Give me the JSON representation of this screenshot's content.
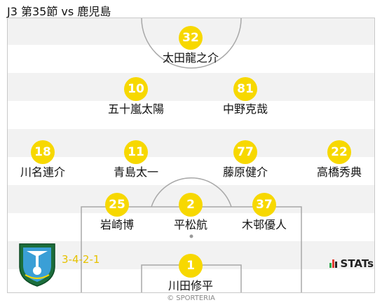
{
  "header": {
    "title": "J3 第35節 vs 鹿児島"
  },
  "formation": "3-4-2-1",
  "brand": {
    "stats_label": "STATs"
  },
  "copyright": "© SPORTERIA",
  "colors": {
    "badge": "#f7d800",
    "stripe_light": "#ffffff",
    "stripe_dark": "#f2f2f2",
    "formation_text": "#e6c200"
  },
  "players": [
    {
      "number": "32",
      "name": "太田龍之介"
    },
    {
      "number": "10",
      "name": "五十嵐太陽"
    },
    {
      "number": "81",
      "name": "中野克哉"
    },
    {
      "number": "18",
      "name": "川名連介"
    },
    {
      "number": "11",
      "name": "青島太一"
    },
    {
      "number": "77",
      "name": "藤原健介"
    },
    {
      "number": "22",
      "name": "高橋秀典"
    },
    {
      "number": "25",
      "name": "岩崎博"
    },
    {
      "number": "2",
      "name": "平松航"
    },
    {
      "number": "37",
      "name": "木邨優人"
    },
    {
      "number": "1",
      "name": "川田修平"
    }
  ]
}
